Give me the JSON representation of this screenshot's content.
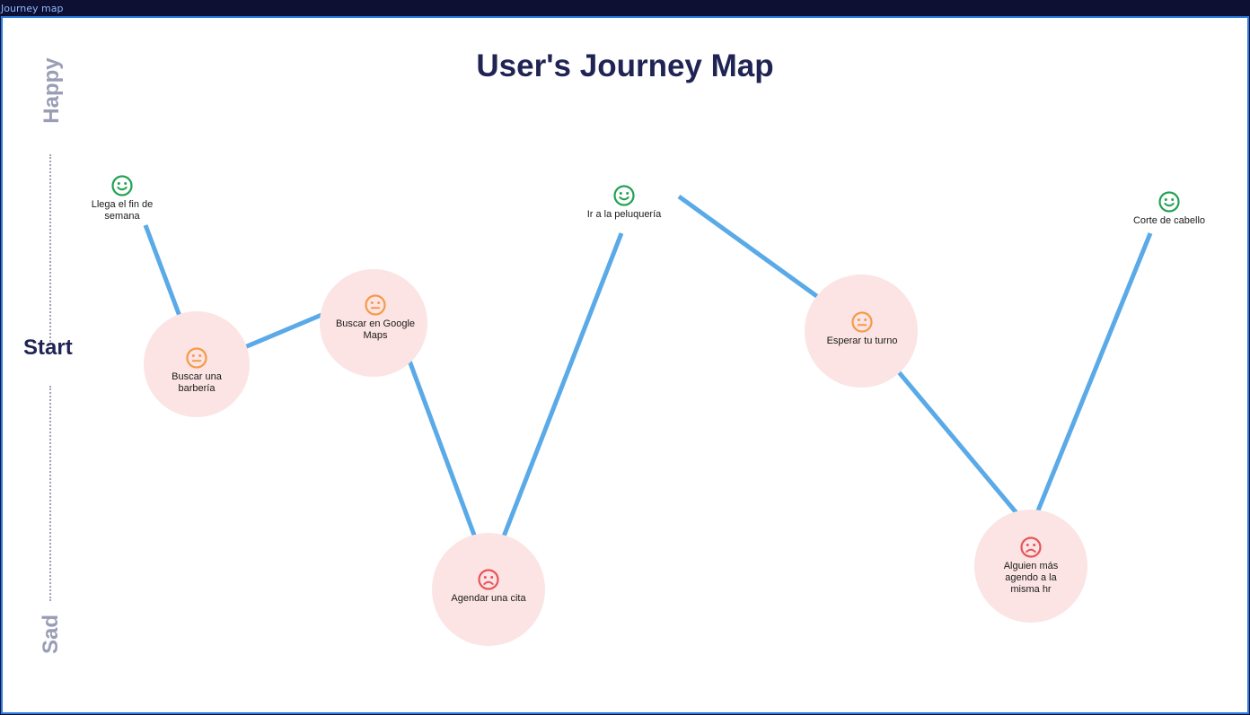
{
  "frame": {
    "title": "Journey map"
  },
  "title": "User's Journey Map",
  "axis": {
    "happy": "Happy",
    "start": "Start",
    "sad": "Sad"
  },
  "colors": {
    "happy": "#22a253",
    "neutral": "#f59a4a",
    "sad": "#e8545a",
    "line": "#5aaae8",
    "bubble": "#fbe4e3"
  },
  "steps": [
    {
      "label": "Llega el fin de semana",
      "mood": "happy"
    },
    {
      "label": "Buscar una barbería",
      "mood": "neutral"
    },
    {
      "label": "Buscar en Google Maps",
      "mood": "neutral"
    },
    {
      "label": "Agendar una cita",
      "mood": "sad"
    },
    {
      "label": "Ir a la peluquería",
      "mood": "happy"
    },
    {
      "label": "Esperar tu turno",
      "mood": "neutral"
    },
    {
      "label": "Alguien más agendo a la misma hr",
      "mood": "sad"
    },
    {
      "label": "Corte de cabello",
      "mood": "happy"
    }
  ]
}
